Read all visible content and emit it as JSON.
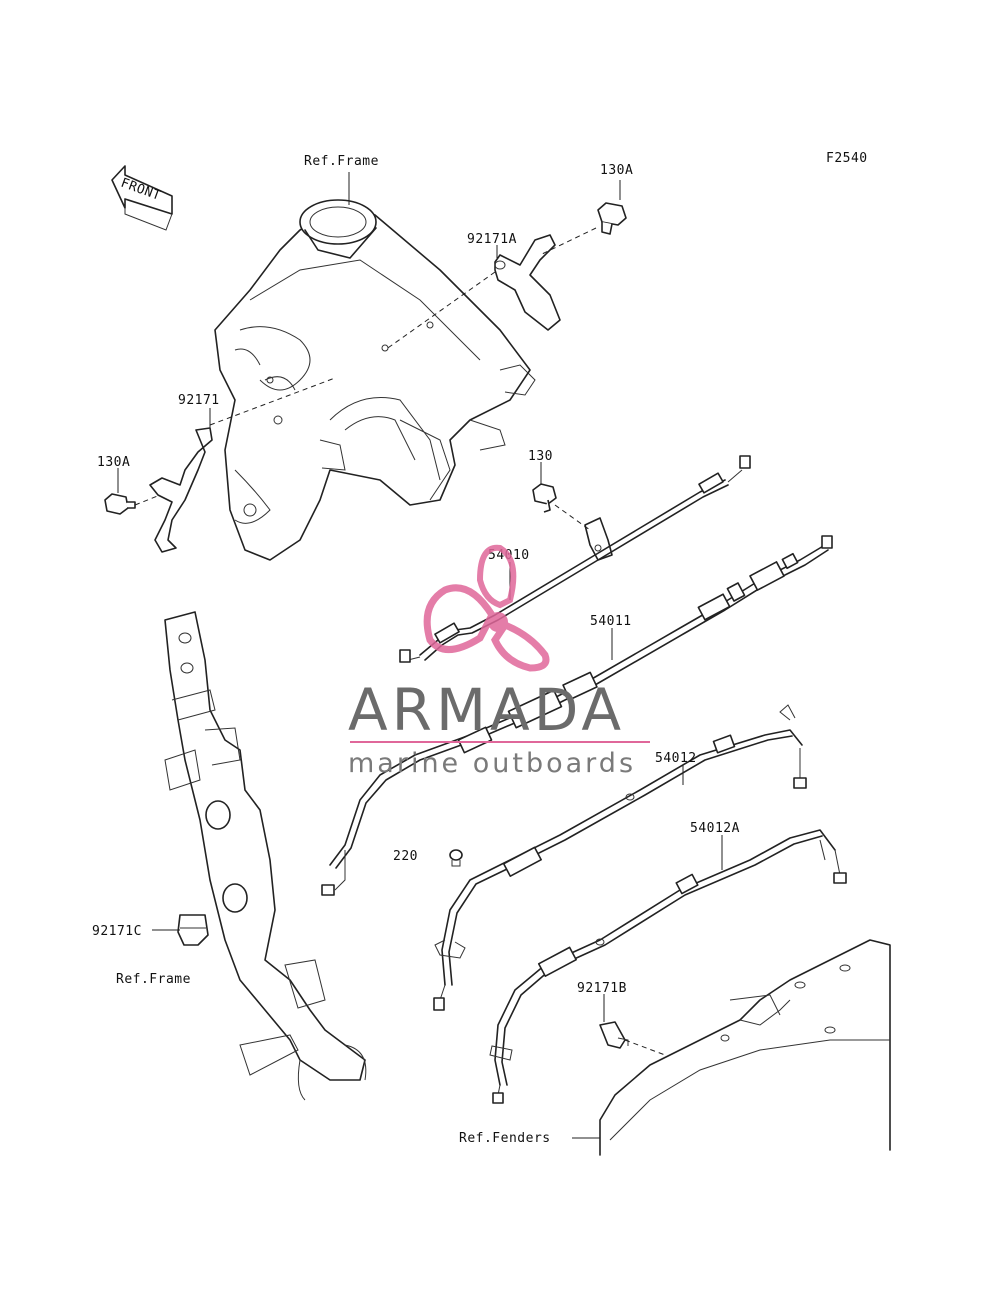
{
  "diagram": {
    "code": "F2540",
    "front_label": "FRONT",
    "labels": {
      "ref_frame_top": "Ref.Frame",
      "ref_frame_bottom": "Ref.Frame",
      "ref_fenders": "Ref.Fenders",
      "p130a_top": "130A",
      "p130a_left": "130A",
      "p92171a": "92171A",
      "p92171": "92171",
      "p130": "130",
      "p54010": "54010",
      "p54011": "54011",
      "p54012": "54012",
      "p54012a": "54012A",
      "p220": "220",
      "p92171c": "92171C",
      "p92171b": "92171B"
    }
  },
  "watermark": {
    "brand": "ARMADA",
    "tagline": "marine outboards",
    "accent_color": "#e0679a",
    "text_color": "#6b6b6b",
    "icon": "propeller-icon"
  }
}
